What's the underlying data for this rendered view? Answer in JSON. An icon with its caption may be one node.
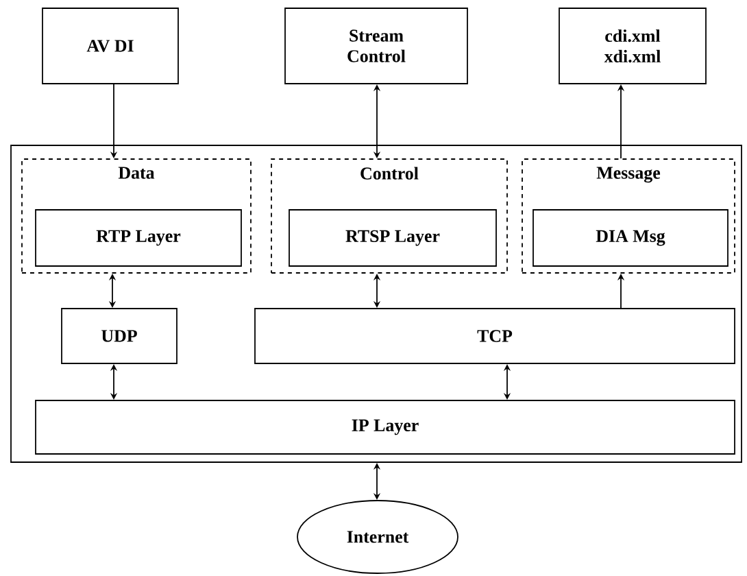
{
  "diagram": {
    "nodes": [
      {
        "text": [
          "AV DI"
        ]
      },
      {
        "text": [
          "Stream Control"
        ]
      },
      {
        "text": [
          "cdi.xml xdi.xml"
        ]
      },
      {
        "text": [],
        "shape": "box"
      },
      {
        "text": [
          "Data"
        ],
        "in": 3
      },
      {
        "text": [
          "RTP Layer"
        ],
        "in": 4
      },
      {
        "text": [
          "Control"
        ],
        "in": 3
      },
      {
        "text": [
          "RTSP Layer"
        ],
        "in": 6
      },
      {
        "text": [
          "Message"
        ],
        "in": 3
      },
      {
        "text": [
          "DIA Msg"
        ],
        "in": 8
      },
      {
        "text": [
          "UDP"
        ],
        "in": 3
      },
      {
        "text": [
          "TCP"
        ],
        "in": 3
      },
      {
        "text": [
          "IP Layer"
        ],
        "in": 3
      },
      {
        "text": [
          "Internet"
        ]
      }
    ],
    "edges": [
      {
        "from": 0,
        "to": 4,
        "arrow": "to"
      },
      {
        "from": 1,
        "to": 6,
        "arrow": "both"
      },
      {
        "from": 8,
        "to": 2,
        "arrow": "to"
      },
      {
        "from": 4,
        "to": 10,
        "arrow": "both"
      },
      {
        "from": 6,
        "to": 11,
        "arrow": "both"
      },
      {
        "from": 11,
        "to": 8,
        "arrow": "to"
      },
      {
        "from": 10,
        "to": 12,
        "arrow": "both"
      },
      {
        "from": 11,
        "to": 12,
        "arrow": "both"
      },
      {
        "from": 3,
        "to": 13,
        "arrow": "both"
      }
    ]
  }
}
